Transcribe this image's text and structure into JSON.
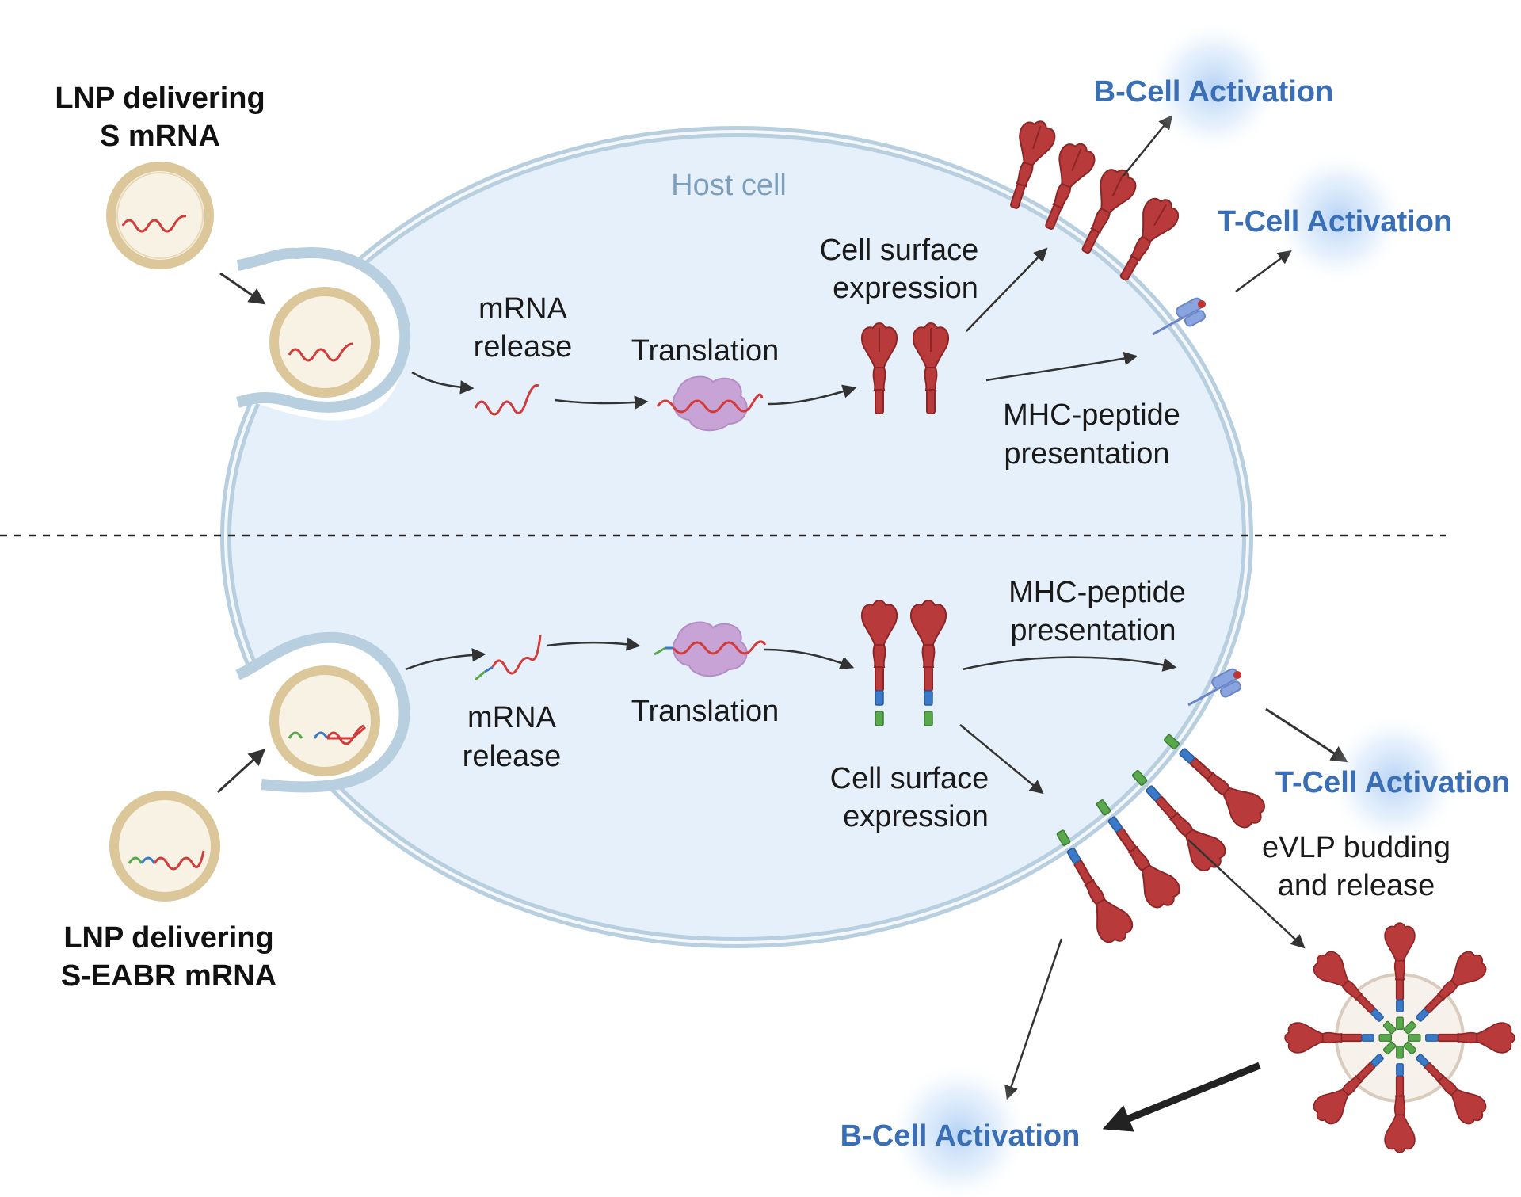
{
  "colors": {
    "cell_fill": "#e6f0fa",
    "membrane": "#b8cfe0",
    "membrane_inner": "#f4f8fc",
    "host_label": "#7d9fbe",
    "activation": "#3a6fb5",
    "glow": "#9ec4f2",
    "rna": "#d33a3a",
    "spike": "#b93a3a",
    "spike_dark": "#8c2626",
    "tag_green": "#58a84c",
    "tag_blue": "#3a7ac8",
    "ribosome": "#c7a3d6",
    "mhc": "#8aa4df",
    "lnp_outer": "#dcc79b",
    "lnp_inner": "#f8f2e4",
    "arrow": "#333333"
  },
  "top": {
    "lnp_label_line1": "LNP delivering",
    "lnp_label_line2": "S mRNA",
    "host_cell_label": "Host cell",
    "release_line1": "mRNA",
    "release_line2": "release",
    "translation": "Translation",
    "surface_line1": "Cell surface",
    "surface_line2": "expression",
    "mhc_line1": "MHC-peptide",
    "mhc_line2": "presentation",
    "b_cell": "B-Cell Activation",
    "t_cell": "T-Cell Activation"
  },
  "bottom": {
    "lnp_label_line1": "LNP delivering",
    "lnp_label_line2": "S-EABR mRNA",
    "release_line1": "mRNA",
    "release_line2": "release",
    "translation": "Translation",
    "surface_line1": "Cell surface",
    "surface_line2": "expression",
    "mhc_line1": "MHC-peptide",
    "mhc_line2": "presentation",
    "t_cell": "T-Cell Activation",
    "evlp_line1": "eVLP budding",
    "evlp_line2": "and release",
    "b_cell": "B-Cell Activation"
  },
  "icons": {
    "lnp": "lipid-nanoparticle-icon",
    "mrna": "mrna-strand-icon",
    "ribosome": "ribosome-icon",
    "spike": "spike-protein-icon",
    "mhc": "mhc-receptor-icon",
    "evlp": "evlp-particle-icon"
  }
}
